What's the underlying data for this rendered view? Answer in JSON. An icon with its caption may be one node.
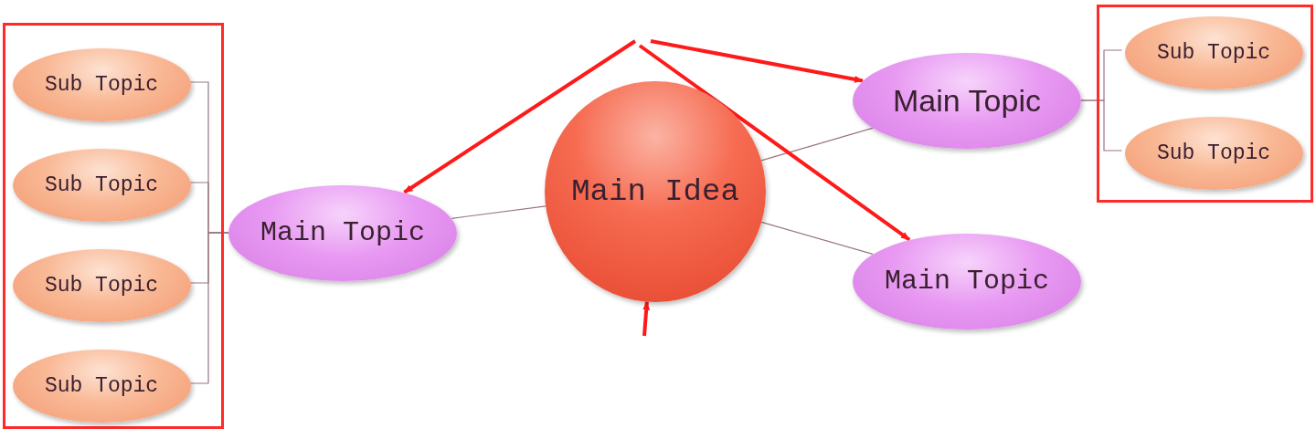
{
  "diagram": {
    "nodes": [
      {
        "text": [],
        "shape": "box"
      },
      {
        "text": [
          "Sub Topic"
        ],
        "in": 0
      },
      {
        "text": [
          "Sub Topic"
        ],
        "in": 0
      },
      {
        "text": [
          "Sub Topic"
        ],
        "in": 0
      },
      {
        "text": [
          "Sub Topic"
        ],
        "in": 0
      },
      {
        "text": [
          "Main Topic"
        ]
      },
      {
        "text": [
          "Main Idea"
        ]
      },
      {
        "text": [
          "Main Topic"
        ]
      },
      {
        "text": [
          "Main Topic"
        ]
      },
      {
        "text": [],
        "shape": "box"
      },
      {
        "text": [
          "Sub Topic"
        ],
        "in": 9
      },
      {
        "text": [
          "Sub Topic"
        ],
        "in": 9
      }
    ],
    "edges": [
      {
        "from": 6,
        "to": 5,
        "arrow": "none"
      },
      {
        "from": 6,
        "to": 7,
        "arrow": "none"
      },
      {
        "from": 6,
        "to": 8,
        "arrow": "none"
      },
      {
        "from": 5,
        "to": 1,
        "arrow": "none"
      },
      {
        "from": 5,
        "to": 2,
        "arrow": "none"
      },
      {
        "from": 5,
        "to": 3,
        "arrow": "none"
      },
      {
        "from": 5,
        "to": 4,
        "arrow": "none"
      },
      {
        "from": 7,
        "to": 10,
        "arrow": "none"
      },
      {
        "from": 7,
        "to": 11,
        "arrow": "none"
      },
      {
        "from": null,
        "to": 5,
        "arrow": "to",
        "style": "thick",
        "color": "#ff1a1a"
      },
      {
        "from": null,
        "to": 7,
        "arrow": "to",
        "style": "thick",
        "color": "#ff1a1a"
      },
      {
        "from": null,
        "to": 8,
        "arrow": "to",
        "style": "thick",
        "color": "#ff1a1a"
      },
      {
        "from": null,
        "to": 6,
        "arrow": "to",
        "style": "thick",
        "color": "#ff1a1a"
      }
    ]
  }
}
